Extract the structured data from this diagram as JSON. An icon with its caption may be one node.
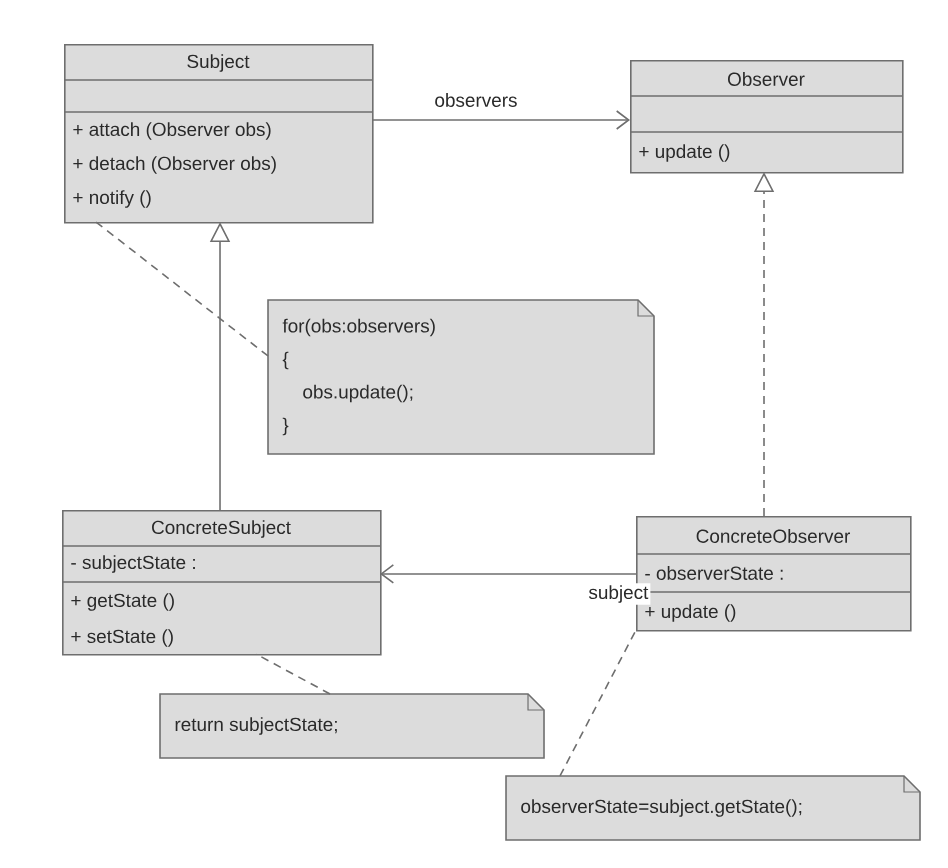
{
  "diagram": {
    "nodes": [
      {
        "text": [
          "Subject",
          "+ attach (Observer obs)",
          "+ detach (Observer obs)",
          "+ notify ()"
        ]
      },
      {
        "text": [
          "Observer",
          "+ update ()"
        ]
      },
      {
        "text": [
          "for(obs:observers)",
          "{",
          "obs.update();",
          "}"
        ]
      },
      {
        "text": [
          "ConcreteSubject",
          "- subjectState :",
          "+ getState ()",
          "+ setState ()"
        ]
      },
      {
        "text": [
          "ConcreteObserver",
          "- observerState :",
          "+ update ()"
        ]
      },
      {
        "text": [
          "return subjectState;"
        ]
      },
      {
        "text": [
          "observerState=subject.getState();"
        ]
      }
    ],
    "edges": [
      {
        "from": 0,
        "to": 1,
        "arrow": "to",
        "label": "observers"
      },
      {
        "from": 3,
        "to": 0,
        "arrow": "to"
      },
      {
        "from": 4,
        "to": 1,
        "arrow": "to",
        "style": "dashed"
      },
      {
        "from": 4,
        "to": 3,
        "arrow": "to",
        "label": "subject"
      },
      {
        "from": 2,
        "to": 0,
        "arrow": "none",
        "style": "dashed"
      },
      {
        "from": 5,
        "to": 3,
        "arrow": "none",
        "style": "dashed"
      },
      {
        "from": 6,
        "to": 4,
        "arrow": "none",
        "style": "dashed"
      }
    ]
  }
}
